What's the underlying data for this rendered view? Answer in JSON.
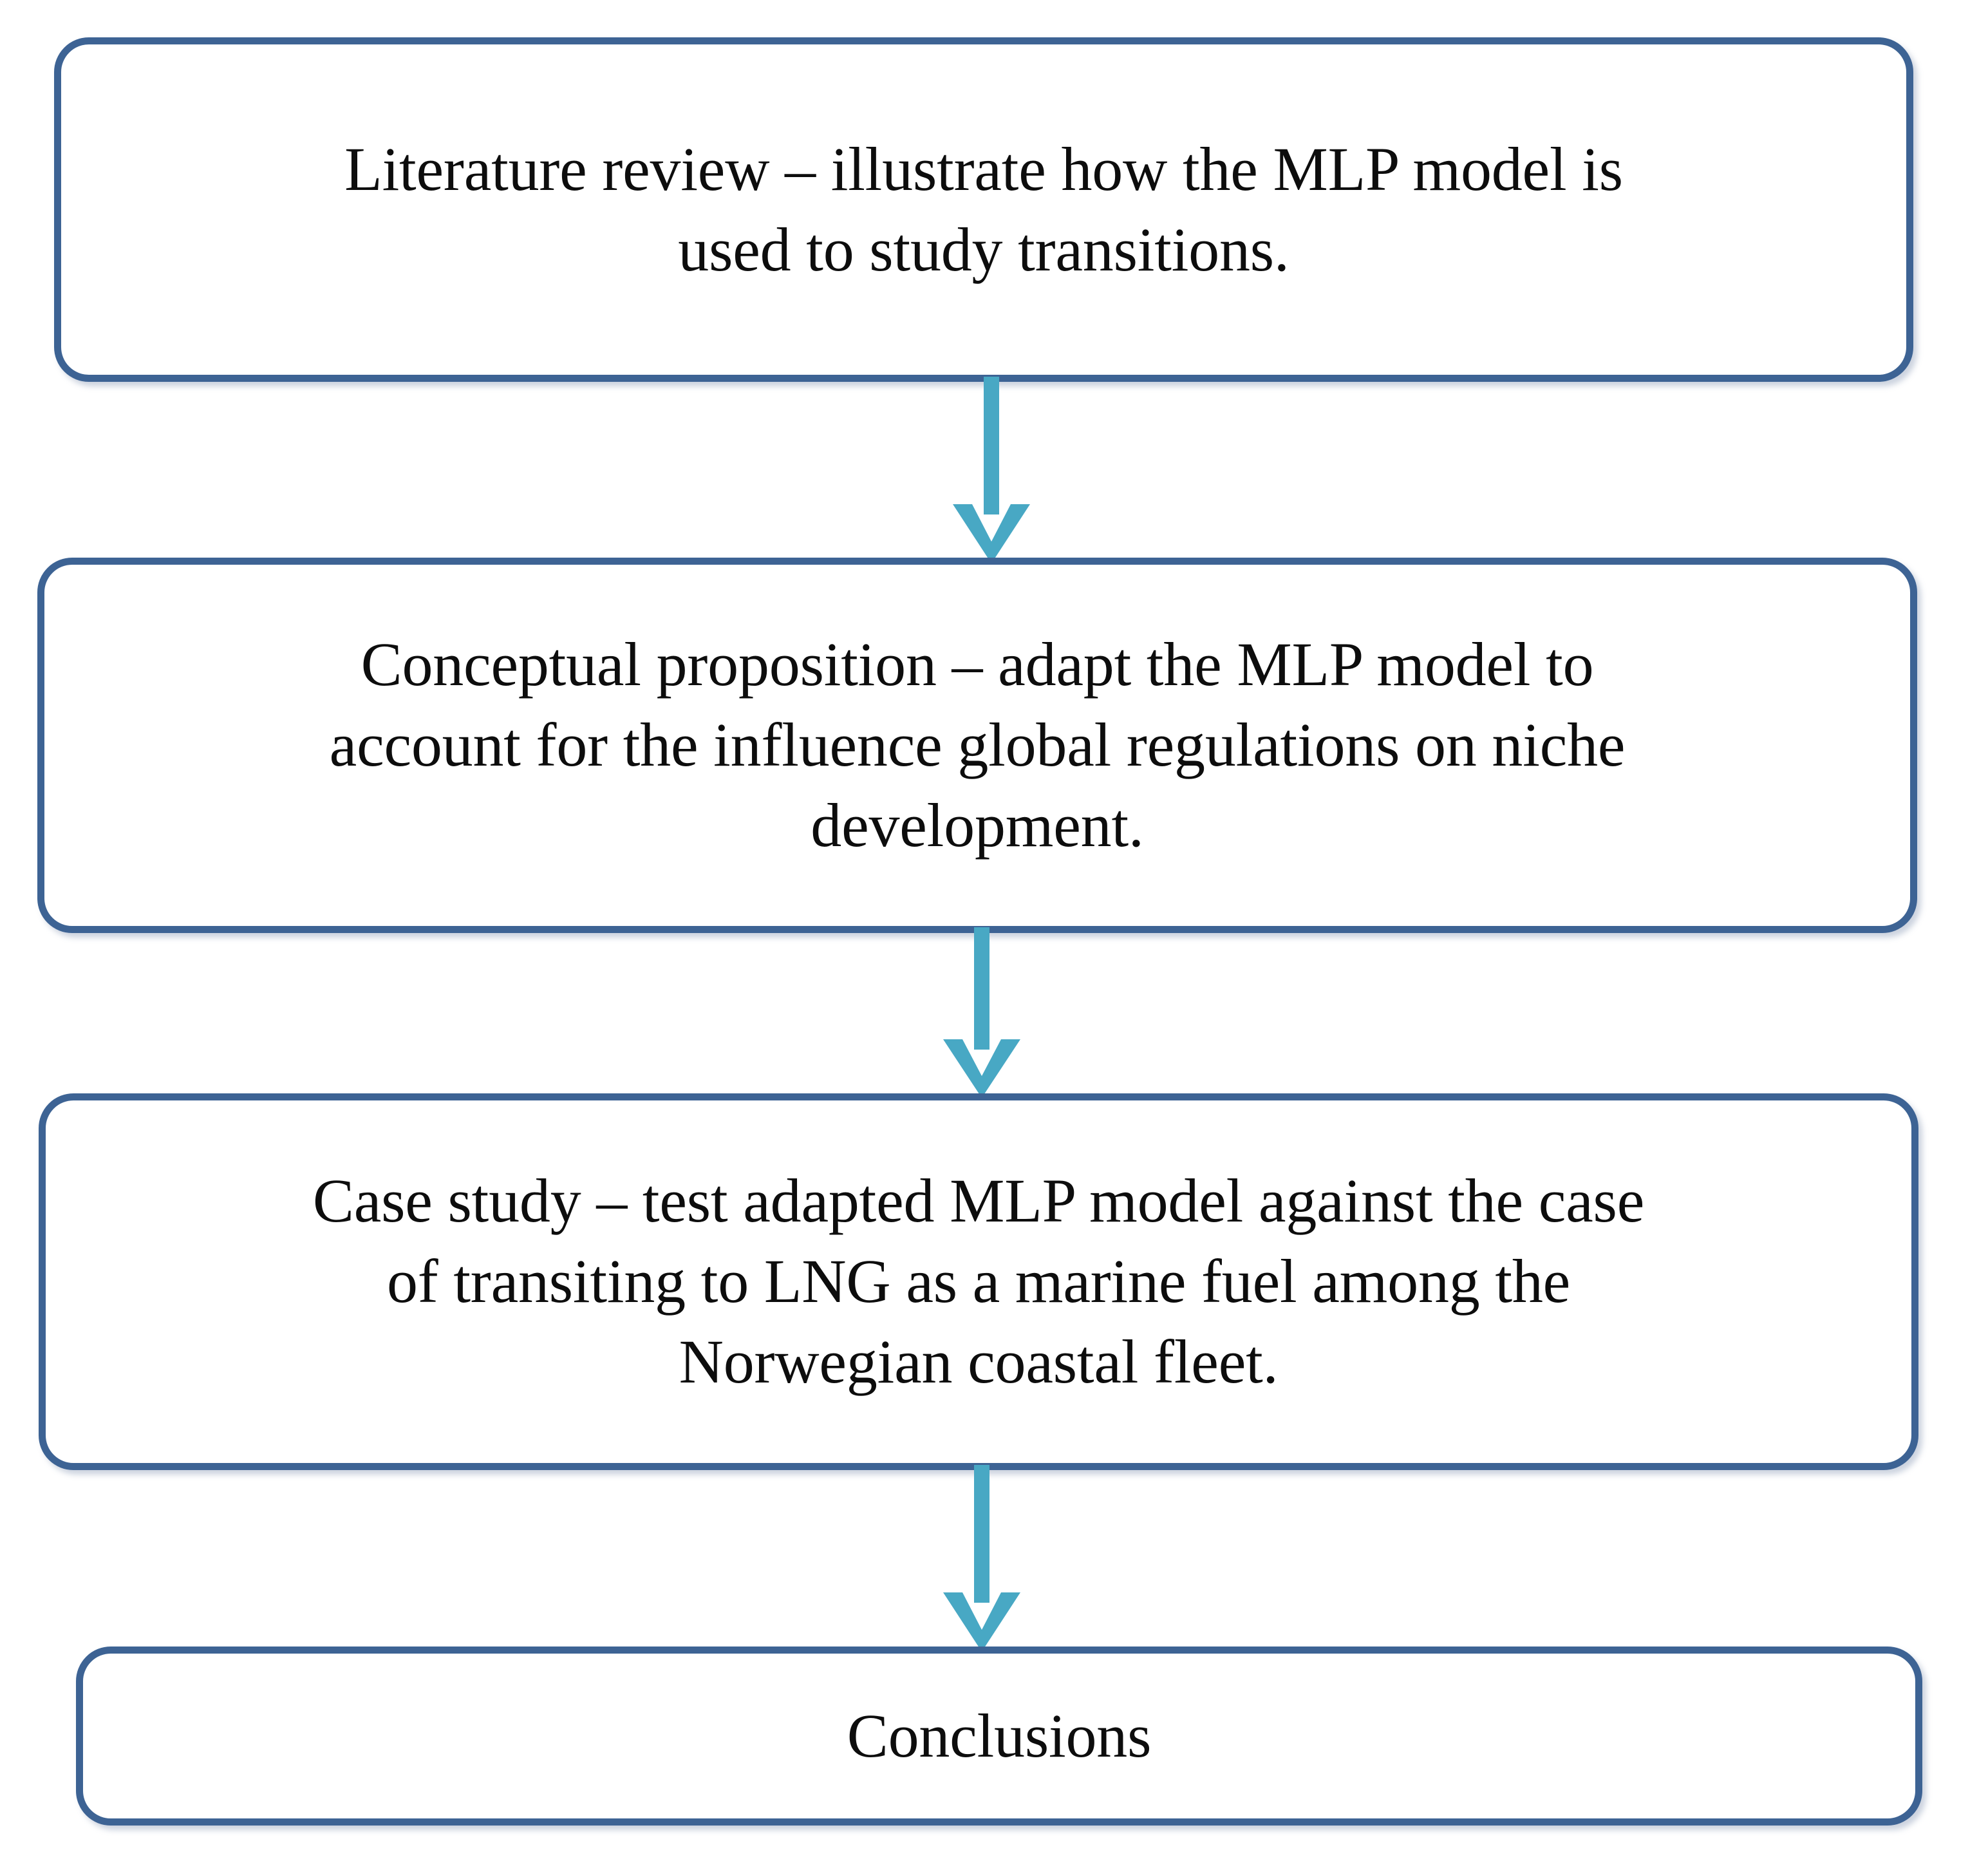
{
  "diagram": {
    "title": "Research methodology flowchart",
    "type": "flowchart",
    "orientation": "top-to-bottom",
    "colors": {
      "box_border": "#3d6394",
      "box_fill": "#ffffff",
      "arrow": "#48a8c4",
      "text": "#0d0d0d"
    },
    "nodes": [
      {
        "id": "node-1",
        "name": "literature-review",
        "text": "Literature review – illustrate how the MLP model is\nused to study transitions.",
        "lines": [
          "Literature review – illustrate how the MLP model is",
          "used to study transitions."
        ]
      },
      {
        "id": "node-2",
        "name": "conceptual-proposition",
        "text": "Conceptual proposition – adapt the MLP model to\naccount for the influence global regulations on niche\ndevelopment.",
        "lines": [
          "Conceptual proposition – adapt the MLP model to",
          "account for the influence global regulations on niche",
          "development."
        ]
      },
      {
        "id": "node-3",
        "name": "case-study",
        "text": "Case study – test adapted MLP model against the case\nof transiting to LNG as a marine fuel among the\nNorwegian coastal fleet.",
        "lines": [
          "Case study – test adapted MLP model against the case",
          "of transiting to LNG as a marine fuel among the",
          "Norwegian coastal fleet."
        ]
      },
      {
        "id": "node-4",
        "name": "conclusions",
        "text": "Conclusions",
        "lines": [
          "Conclusions"
        ]
      }
    ],
    "connectors": [
      {
        "id": "connector-1",
        "name": "arrow-literature-to-conceptual",
        "icon": "arrow-down-icon",
        "from": "node-1",
        "to": "node-2"
      },
      {
        "id": "connector-2",
        "name": "arrow-conceptual-to-case",
        "icon": "arrow-down-icon",
        "from": "node-2",
        "to": "node-3"
      },
      {
        "id": "connector-3",
        "name": "arrow-case-to-conclusions",
        "icon": "arrow-down-icon",
        "from": "node-3",
        "to": "node-4"
      }
    ]
  }
}
